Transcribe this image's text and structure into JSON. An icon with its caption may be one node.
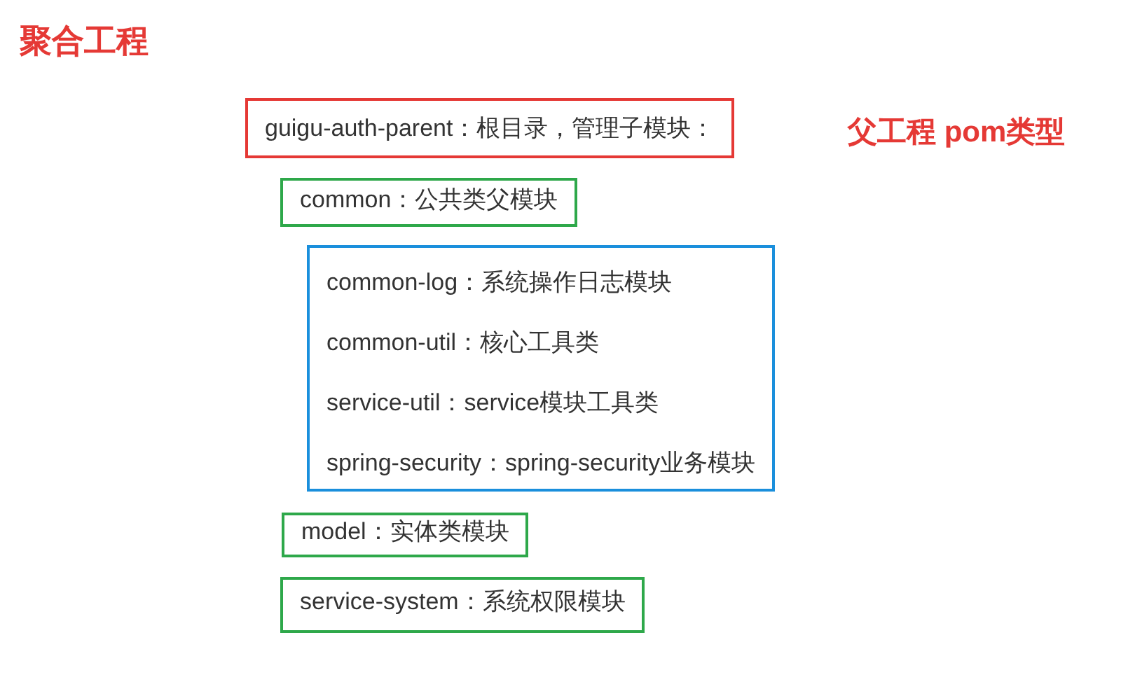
{
  "diagram": {
    "title": "聚合工程",
    "nodes": [
      {
        "text": [
          "guigu-auth-parent：根目录，管理子模块："
        ],
        "beside": [
          "父工程 pom类型"
        ]
      },
      {
        "text": [
          "common：公共类父模块"
        ]
      },
      {
        "text": [
          "common-log：系统操作日志模块",
          "common-util：核心工具类",
          "service-util：service模块工具类",
          "spring-security：spring-security业务模块"
        ]
      },
      {
        "text": [
          "model：实体类模块"
        ]
      },
      {
        "text": [
          "service-system：系统权限模块"
        ]
      }
    ]
  }
}
